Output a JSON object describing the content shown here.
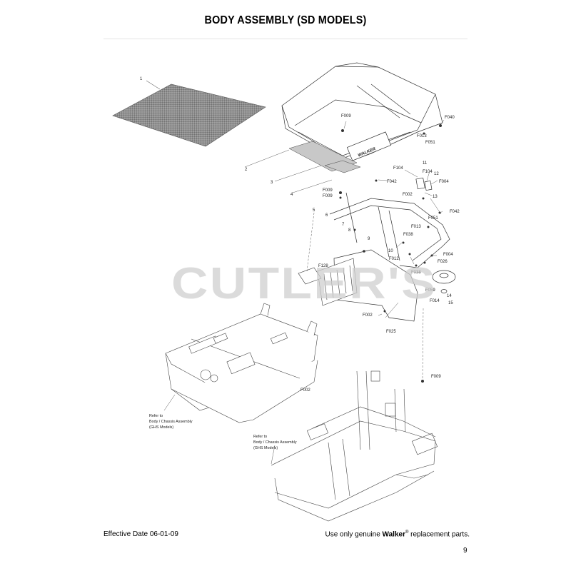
{
  "page": {
    "title": "BODY ASSEMBLY (SD MODELS)",
    "effective_date": "Effective Date 06-01-09",
    "footer_prefix": "Use only genuine ",
    "footer_brand": "Walker",
    "footer_reg": "®",
    "footer_suffix": "  replacement parts.",
    "page_number": "9",
    "watermark": "CUTLER'S",
    "brand_logo_text": "WALKER"
  },
  "callouts": {
    "c1": "1",
    "c2": "2",
    "c3": "3",
    "c4": "4",
    "c5": "5",
    "c6": "6",
    "c7": "7",
    "c8": "8",
    "c9": "9",
    "c10": "10",
    "c11": "11",
    "c12": "12",
    "c13": "13",
    "c14": "14",
    "c15": "15",
    "f009a": "F009",
    "f040": "F040",
    "f013a": "F013",
    "f051a": "F051",
    "f104a": "F104",
    "f104b": "F104",
    "f004a": "F004",
    "f042a": "F042",
    "f009b": "F009",
    "f009c": "F009",
    "f002a": "F002",
    "f051b": "F051",
    "f042b": "F042",
    "f013b": "F013",
    "f038a": "F038",
    "f012": "F012",
    "f004b": "F004",
    "f026": "F026",
    "f128": "F128",
    "f038b": "F038",
    "f059": "F059",
    "f014": "F014",
    "f002b": "F002",
    "f025": "F025",
    "f009d": "F009",
    "f002c": "F002"
  },
  "notes": {
    "left": [
      "Refer to",
      "Body / Chassis Assembly",
      "(GHS Models)"
    ],
    "right": [
      "Refer to",
      "Body / Chassis Assembly",
      "(GHS Models)"
    ]
  }
}
